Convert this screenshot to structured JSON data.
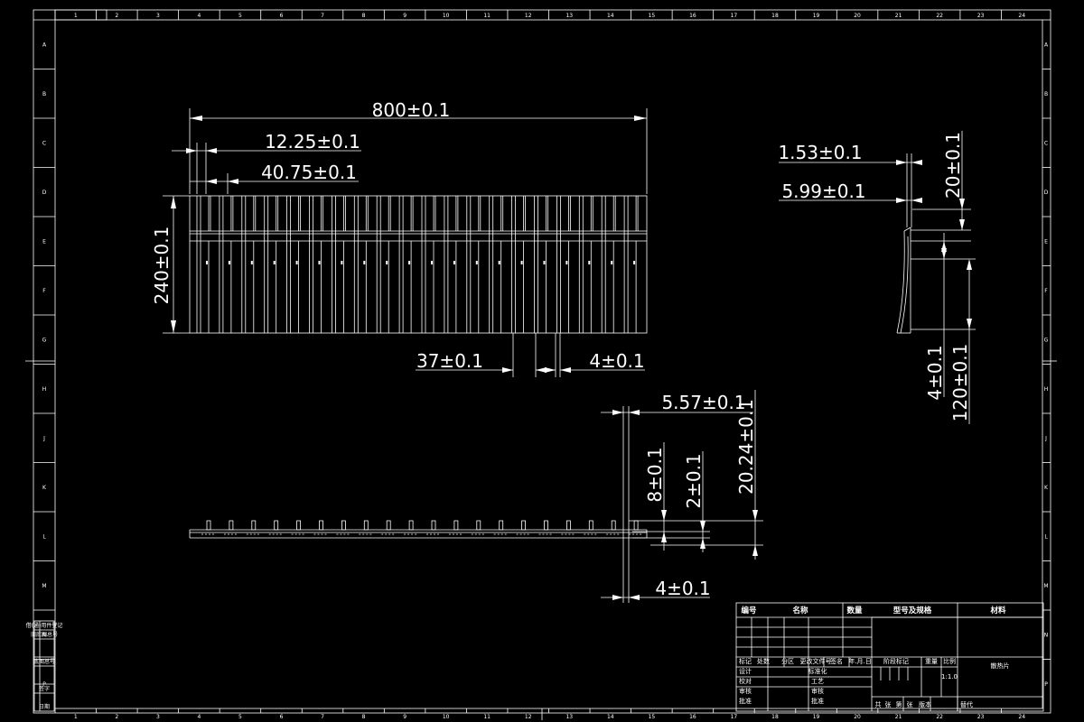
{
  "colors": {
    "background": "#000000",
    "line": "#ffffff"
  },
  "border": {
    "top_labels": [
      "1",
      "2",
      "3",
      "4",
      "5",
      "6",
      "7",
      "8",
      "9",
      "10",
      "11",
      "12",
      "13",
      "14",
      "15",
      "16",
      "17",
      "18",
      "19",
      "20",
      "21",
      "22",
      "23",
      "24"
    ],
    "bottom_labels": [
      "1",
      "2",
      "3",
      "4",
      "5",
      "6",
      "7",
      "8",
      "9",
      "10",
      "11",
      "12",
      "13",
      "14",
      "15",
      "16",
      "17",
      "18",
      "19",
      "20",
      "21",
      "22",
      "23",
      "24"
    ],
    "left_labels": [
      "A",
      "B",
      "C",
      "D",
      "E",
      "F",
      "G",
      "H",
      "J",
      "K",
      "L",
      "M",
      "N",
      "P"
    ],
    "right_labels": [
      "A",
      "B",
      "C",
      "D",
      "E",
      "F",
      "G",
      "H",
      "J",
      "K",
      "L",
      "M",
      "N",
      "P"
    ]
  },
  "front_view": {
    "dims": {
      "width": "800±0.1",
      "first_pitch": "12.25±0.1",
      "first_slot": "40.75±0.1",
      "height": "240±0.1",
      "slot_gap": "37±0.1",
      "slot_width": "4±0.1"
    }
  },
  "side_view": {
    "dims": {
      "d1": "1.53±0.1",
      "d2": "5.99±0.1",
      "d3": "20±0.1",
      "d4": "4±0.1",
      "d5": "120±0.1"
    }
  },
  "bottom_view": {
    "dims": {
      "d1": "5.57±0.1",
      "d2": "20.24±0.1",
      "d3": "8±0.1",
      "d4": "2±0.1",
      "d5": "4±0.1"
    }
  },
  "title_block": {
    "headers": [
      "编号",
      "名称",
      "数量",
      "型号及规格",
      "材料"
    ],
    "row_labels": [
      "标记",
      "处数",
      "分区",
      "更改文件号",
      "签名",
      "年.月.日"
    ],
    "stage_labels": [
      "阶段标记",
      "重量",
      "比例"
    ],
    "scale": "1:1.0",
    "drawing_name": "散热片",
    "sign_labels": [
      "设计",
      "校对",
      "审核",
      "批准"
    ],
    "sign_labels_2": [
      "标准化",
      "工艺",
      "审核",
      "批准"
    ],
    "bottom_labels": [
      "共",
      "张",
      "第",
      "张",
      "版本",
      "替代"
    ]
  },
  "left_block": {
    "labels": [
      "借(通)用件登记",
      "旧底图总号",
      "底图总号",
      "签字",
      "日期"
    ]
  }
}
